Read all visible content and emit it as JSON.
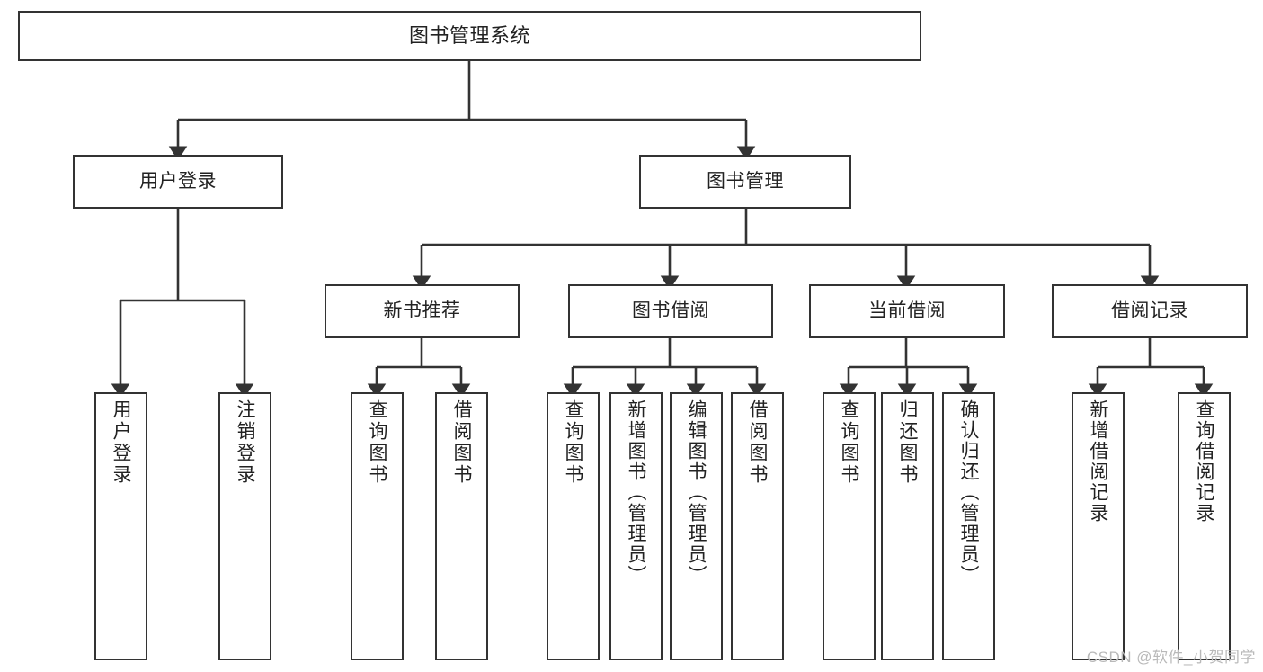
{
  "diagram": {
    "title": "图书管理系统",
    "type": "tree-hierarchy-chart",
    "colors": {
      "box_border": "#333333",
      "box_fill": "#ffffff",
      "edge": "#333333",
      "text": "#222222",
      "watermark": "#b9b9b9",
      "background": "#ffffff"
    },
    "root": {
      "id": "root",
      "label": "图书管理系统"
    },
    "level2": [
      {
        "id": "user-login",
        "label": "用户登录"
      },
      {
        "id": "book-manage",
        "label": "图书管理"
      }
    ],
    "level3": [
      {
        "id": "new-book-rec",
        "label": "新书推荐",
        "parent": "book-manage"
      },
      {
        "id": "book-borrow",
        "label": "图书借阅",
        "parent": "book-manage"
      },
      {
        "id": "current-borrow",
        "label": "当前借阅",
        "parent": "book-manage"
      },
      {
        "id": "borrow-record",
        "label": "借阅记录",
        "parent": "book-manage"
      }
    ],
    "leaves": [
      {
        "id": "leaf-user-login",
        "label": "用户登录",
        "parent": "user-login"
      },
      {
        "id": "leaf-logout",
        "label": "注销登录",
        "parent": "user-login"
      },
      {
        "id": "leaf-query-book-1",
        "label": "查询图书",
        "parent": "new-book-rec"
      },
      {
        "id": "leaf-borrow-book-1",
        "label": "借阅图书",
        "parent": "new-book-rec"
      },
      {
        "id": "leaf-query-book-2",
        "label": "查询图书",
        "parent": "book-borrow"
      },
      {
        "id": "leaf-add-book",
        "label": "新增图书（管理员）",
        "parent": "book-borrow"
      },
      {
        "id": "leaf-edit-book",
        "label": "编辑图书（管理员）",
        "parent": "book-borrow"
      },
      {
        "id": "leaf-borrow-book-2",
        "label": "借阅图书",
        "parent": "book-borrow"
      },
      {
        "id": "leaf-query-book-3",
        "label": "查询图书",
        "parent": "current-borrow"
      },
      {
        "id": "leaf-return-book",
        "label": "归还图书",
        "parent": "current-borrow"
      },
      {
        "id": "leaf-confirm-return",
        "label": "确认归还（管理员）",
        "parent": "current-borrow"
      },
      {
        "id": "leaf-add-record",
        "label": "新增借阅记录",
        "parent": "borrow-record"
      },
      {
        "id": "leaf-query-record",
        "label": "查询借阅记录",
        "parent": "borrow-record"
      }
    ]
  },
  "watermark": {
    "text": "CSDN @软件_小贺同学"
  }
}
